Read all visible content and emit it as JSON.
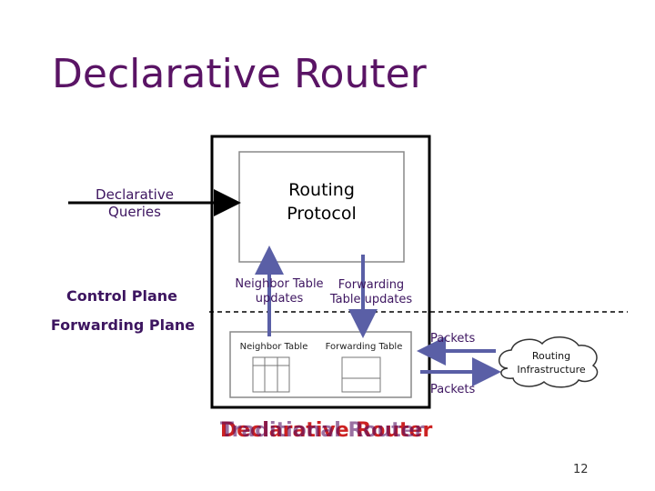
{
  "title": "Declarative Router",
  "diagram": {
    "declarative_queries": "Declarative\nQueries",
    "routing_protocol": "Routing\nProtocol",
    "control_plane": "Control Plane",
    "forwarding_plane": "Forwarding Plane",
    "neighbor_table_updates": "Neighbor Table\nupdates",
    "forwarding_table_updates": "Forwarding\nTable updates",
    "neighbor_table": "Neighbor Table",
    "forwarding_table": "Forwarding Table",
    "packets_in": "Packets",
    "packets_out": "Packets",
    "routing_infrastructure": "Routing\nInfrastructure",
    "caption_a": "Declarative Router",
    "caption_b": "Traditional Router"
  },
  "page_number": "12",
  "colors": {
    "title": "#5a1465",
    "label_purple": "#3d1560",
    "arrow_blue": "#5a5fa6",
    "caption_red": "#cc2222",
    "caption_purple": "#5a1465"
  }
}
